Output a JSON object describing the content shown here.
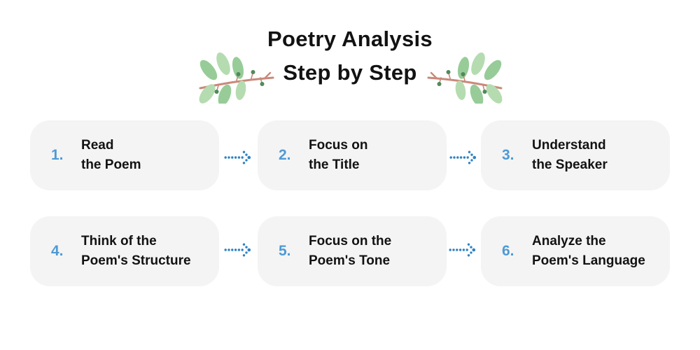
{
  "title": {
    "line1": "Poetry Analysis",
    "line2": "Step by Step"
  },
  "steps": [
    {
      "number": "1.",
      "label": "Read\nthe Poem"
    },
    {
      "number": "2.",
      "label": "Focus on\nthe Title"
    },
    {
      "number": "3.",
      "label": "Understand\nthe Speaker"
    },
    {
      "number": "4.",
      "label": "Think of the\nPoem's Structure"
    },
    {
      "number": "5.",
      "label": "Focus on the\nPoem's Tone"
    },
    {
      "number": "6.",
      "label": "Analyze the\nPoem's Language"
    }
  ],
  "icons": {
    "between_steps": "dotted-arrow-right-icon",
    "title_decoration_left": "laurel-branch-left-icon",
    "title_decoration_right": "laurel-branch-right-icon"
  },
  "colors": {
    "accent_blue": "#4f9ad4",
    "arrow_blue": "#2e82c4",
    "card_bg": "#f4f4f4",
    "text_black": "#121212",
    "leaf_green_light": "#b5dcb0",
    "leaf_green": "#97cc98",
    "stem_brown": "#c9897a",
    "berry_green": "#4f8a5c",
    "background": "#ffffff"
  }
}
